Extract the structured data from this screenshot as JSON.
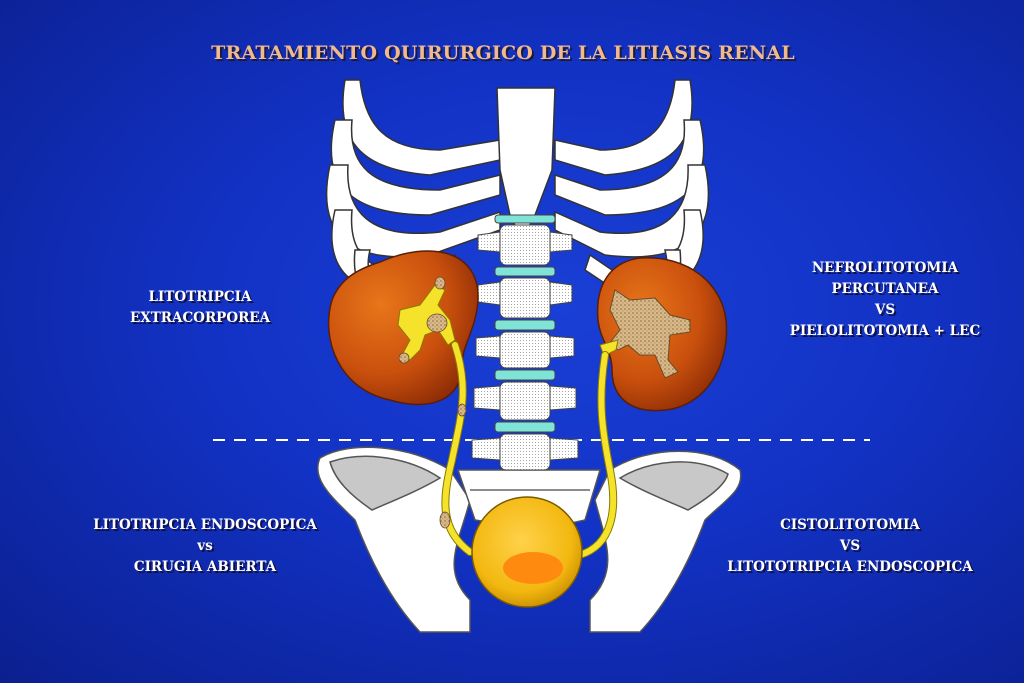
{
  "title": "TRATAMIENTO QUIRURGICO DE LA LITIASIS RENAL",
  "labels": {
    "top_left": [
      "LITOTRIPCIA",
      "EXTRACORPOREA"
    ],
    "top_right": [
      "NEFROLITOTOMIA",
      "PERCUTANEA",
      "VS",
      "PIELOLITOTOMIA + LEC"
    ],
    "bottom_left": [
      "LITOTRIPCIA ENDOSCOPICA",
      "vs",
      "CIRUGIA ABIERTA"
    ],
    "bottom_right": [
      "CISTOLITOTOMIA",
      "VS",
      "LITOTOTRIPCIA ENDOSCOPICA"
    ]
  },
  "colors": {
    "background": "#1232c4",
    "title": "#f2b98c",
    "kidney": "#c9500d",
    "ureter": "#f5e22a",
    "bladder": "#f3b810",
    "disc": "#7fe3d8",
    "bone": "#ffffff"
  }
}
